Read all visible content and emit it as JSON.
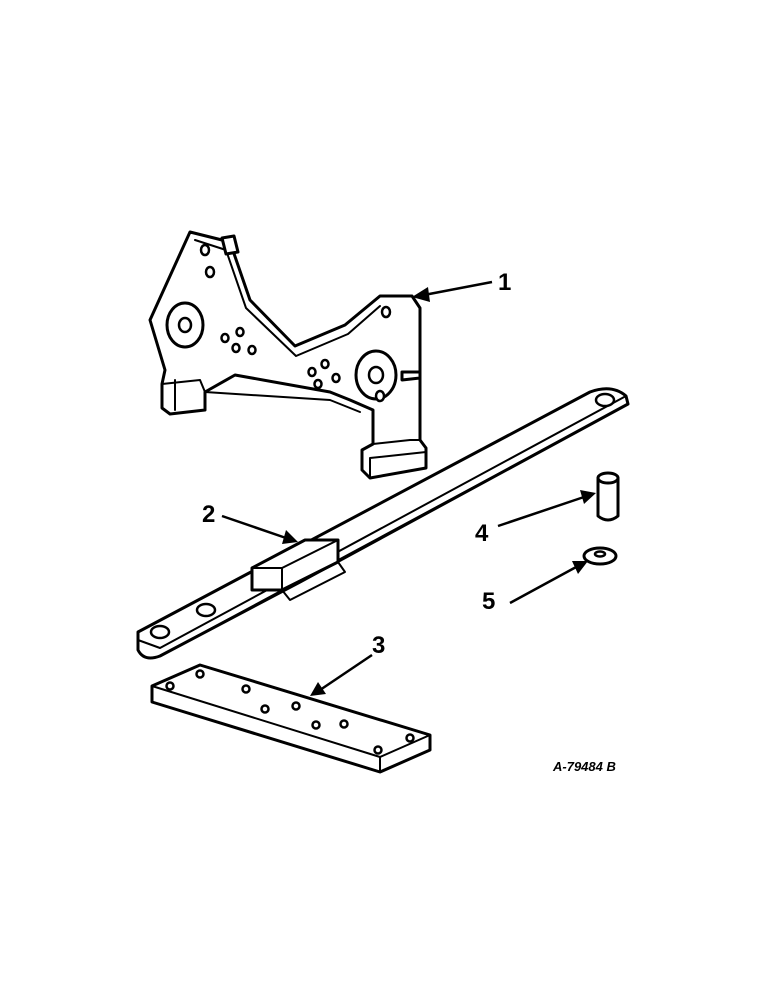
{
  "diagram": {
    "callouts": [
      {
        "id": "1",
        "label": "1"
      },
      {
        "id": "2",
        "label": "2"
      },
      {
        "id": "3",
        "label": "3"
      },
      {
        "id": "4",
        "label": "4"
      },
      {
        "id": "5",
        "label": "5"
      }
    ],
    "figure_id": "A-79484 B",
    "colors": {
      "ink": "#000000",
      "paper": "#ffffff"
    }
  }
}
